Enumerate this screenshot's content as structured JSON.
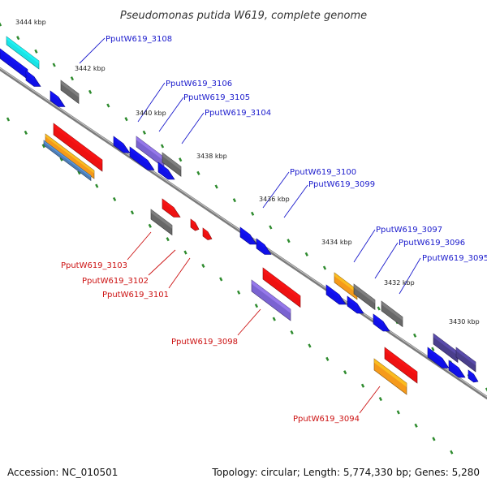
{
  "title": "Pseudomonas putida W619, complete genome",
  "footer": {
    "accession": "Accession: NC_010501",
    "summary": "Topology: circular; Length: 5,774,330 bp; Genes: 5,280"
  },
  "colors": {
    "backbone": "#7b7b7b",
    "tick": "#2e8b2e",
    "label_plus": "#1a1acc",
    "label_minus": "#cc1111",
    "blue": "#1010e8",
    "gray": "#686868",
    "red": "#ee1111",
    "orange": "#f59a1b",
    "purple": "#7a63d1",
    "navy": "#4a3f8c",
    "cyan": "#19e3e6",
    "steel": "#4c7db7"
  },
  "scale_labels": [
    "3444 kbp",
    "3442 kbp",
    "3440 kbp",
    "3438 kbp",
    "3436 kbp",
    "3434 kbp",
    "3432 kbp",
    "3430 kbp"
  ],
  "gene_labels_plus": [
    "PputW619_3108",
    "PputW619_3106",
    "PputW619_3105",
    "PputW619_3104",
    "PputW619_3100",
    "PputW619_3099",
    "PputW619_3097",
    "PputW619_3096",
    "PputW619_3095"
  ],
  "gene_labels_minus": [
    "PputW619_3103",
    "PputW619_3102",
    "PputW619_3101",
    "PputW619_3098",
    "PputW619_3094"
  ]
}
